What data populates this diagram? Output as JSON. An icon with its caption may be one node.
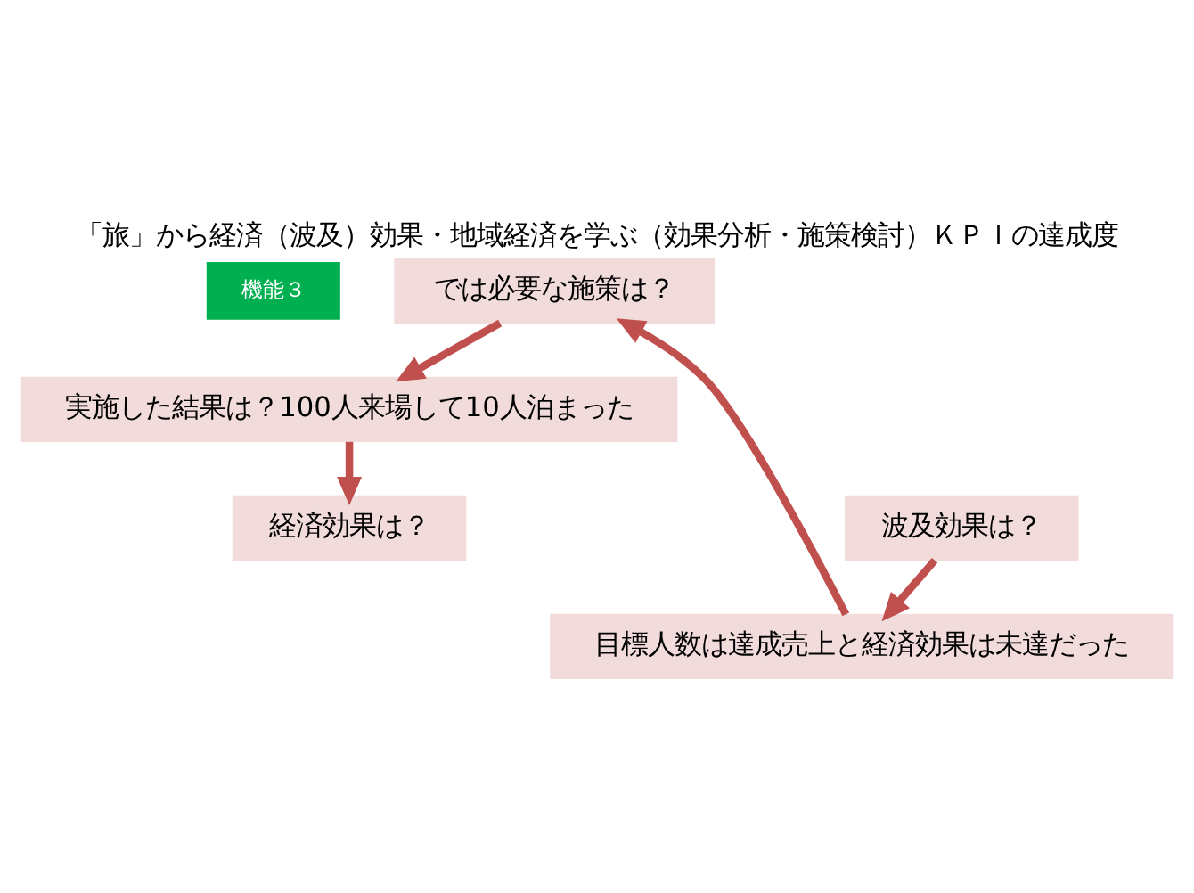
{
  "diagram": {
    "title": "「旅」から経済（波及）効果・地域経済を学ぶ（効果分析・施策検討）ＫＰＩの達成度",
    "nodes": [
      {
        "text": [
          "機能３"
        ]
      },
      {
        "text": [
          "では必要な施策は？"
        ]
      },
      {
        "text": [
          "実施した結果は？100人来場して10人泊まった"
        ]
      },
      {
        "text": [
          "経済効果は？"
        ]
      },
      {
        "text": [
          "波及効果は？"
        ]
      },
      {
        "text": [
          "目標人数は達成売上と経済効果は未達だった"
        ]
      }
    ],
    "edges": [
      {
        "from": 1,
        "to": 2,
        "arrow": "to"
      },
      {
        "from": 2,
        "to": 3,
        "arrow": "to"
      },
      {
        "from": 4,
        "to": 5,
        "arrow": "to"
      },
      {
        "from": 5,
        "to": 1,
        "arrow": "to"
      }
    ]
  }
}
